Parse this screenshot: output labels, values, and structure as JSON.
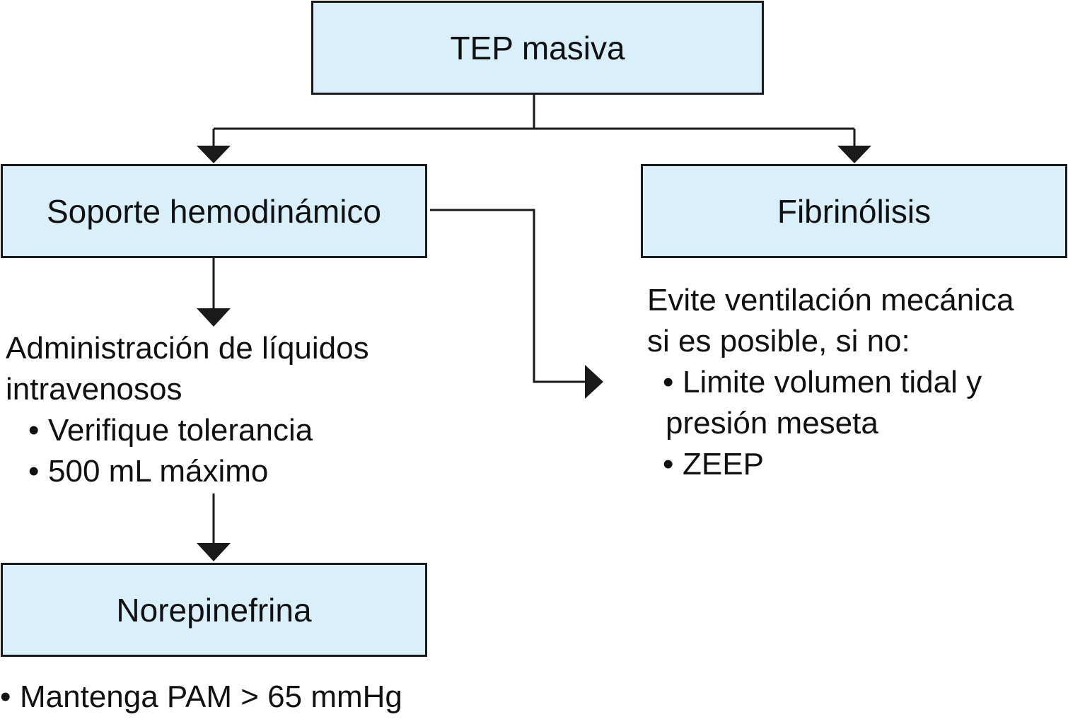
{
  "nodes": {
    "tep": "TEP masiva",
    "soporte": "Soporte hemodinámico",
    "fibrinolisis": "Fibrinólisis",
    "norepinefrina": "Norepinefrina"
  },
  "liquidos": {
    "line1": "Administración de líquidos",
    "line2": "intravenosos",
    "bullets": [
      "Verifique tolerancia",
      "500 mL máximo"
    ]
  },
  "ventilacion": {
    "line1": "Evite ventilación mecánica",
    "line2": "si es posible, si no:",
    "bullet1_line1": "Limite volumen tidal y",
    "bullet1_line2": "presión meseta",
    "bullet2": "ZEEP"
  },
  "norepinefrina_note": "Mantenga PAM > 65 mmHg",
  "colors": {
    "box_fill": "#d9f0fb",
    "stroke": "#1a1a1a"
  }
}
